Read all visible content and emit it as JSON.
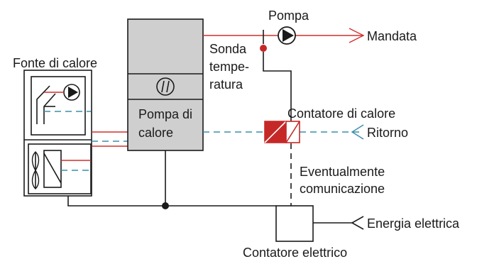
{
  "labels": {
    "heat_source": "Fonte di calore",
    "pump": "Pompa",
    "supply": "Mandata",
    "sensor_line1": "Sonda",
    "sensor_line2": "tempe-",
    "sensor_line3": "ratura",
    "heat_pump_line1": "Pompa di",
    "heat_pump_line2": "calore",
    "heat_meter": "Contatore di calore",
    "return": "Ritorno",
    "optional_line1": "Eventualmente",
    "optional_line2": "comunicazione",
    "electric_energy": "Energia elettrica",
    "electric_meter": "Contatore elettrico"
  },
  "colors": {
    "supply_line": "#d0302c",
    "return_line": "#3a8fa8",
    "heat_pump_fill": "#cfcfcf",
    "heat_meter_fill": "#c62828",
    "outline": "#1a1a1a"
  }
}
